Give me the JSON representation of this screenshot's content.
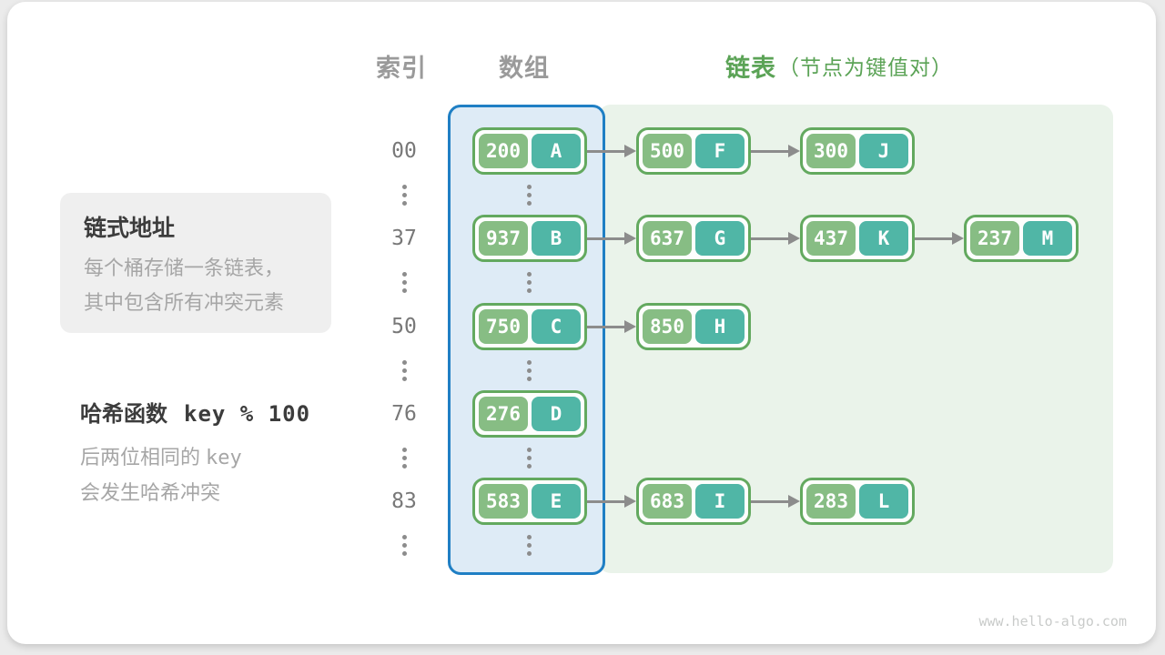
{
  "headers": {
    "index": "索引",
    "array": "数组",
    "list": "链表",
    "list_note": "（节点为键值对）"
  },
  "annotations": {
    "panel": {
      "title": "链式地址",
      "line1": "每个桶存储一条链表，",
      "line2": "其中包含所有冲突元素"
    },
    "hash": {
      "label": "哈希函数",
      "formula": "key % 100",
      "note_line1_text": "后两位相同的",
      "note_line1_code": "key",
      "note_line2_text": "会发生哈希冲突"
    }
  },
  "watermark": "www.hello-algo.com",
  "diagram": {
    "type": "hash-table-separate-chaining",
    "rows": [
      {
        "index": "00",
        "bucket": {
          "key": "200",
          "value": "A"
        },
        "chain": [
          {
            "key": "500",
            "value": "F"
          },
          {
            "key": "300",
            "value": "J"
          }
        ]
      },
      {
        "index": "37",
        "bucket": {
          "key": "937",
          "value": "B"
        },
        "chain": [
          {
            "key": "637",
            "value": "G"
          },
          {
            "key": "437",
            "value": "K"
          },
          {
            "key": "237",
            "value": "M"
          }
        ]
      },
      {
        "index": "50",
        "bucket": {
          "key": "750",
          "value": "C"
        },
        "chain": [
          {
            "key": "850",
            "value": "H"
          }
        ]
      },
      {
        "index": "76",
        "bucket": {
          "key": "276",
          "value": "D"
        },
        "chain": []
      },
      {
        "index": "83",
        "bucket": {
          "key": "583",
          "value": "E"
        },
        "chain": [
          {
            "key": "683",
            "value": "I"
          },
          {
            "key": "283",
            "value": "L"
          }
        ]
      }
    ]
  },
  "colors": {
    "key_fill": "#87bd84",
    "value_fill": "#50b6a6",
    "node_border": "#63a95f",
    "array_bg": "#deebf6",
    "array_border": "#1f7fc4",
    "list_bg": "#eaf3ea",
    "header_green": "#5ba356",
    "arrow": "#8c8c8c"
  }
}
